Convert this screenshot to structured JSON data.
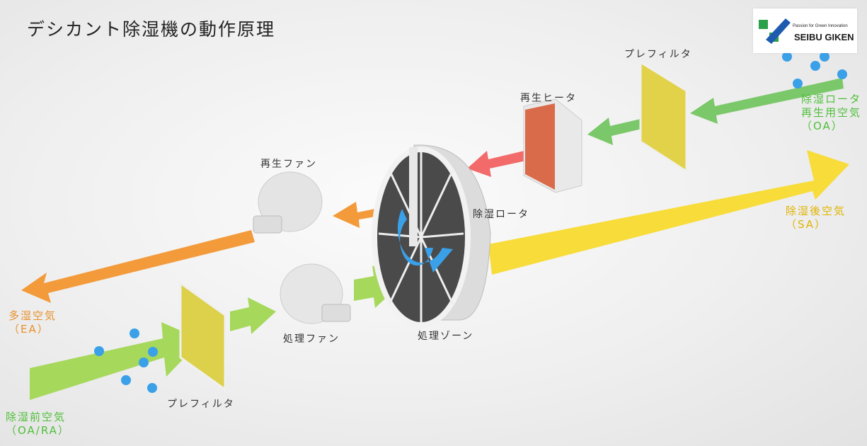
{
  "title": "デシカント除湿機の動作原理",
  "logo": {
    "tagline": "Passion for Green Innovation",
    "name": "SEIBU GIKEN"
  },
  "labels": {
    "prefilter_top": "プレフィルタ",
    "regen_heater": "再生ヒータ",
    "regen_air": [
      "除湿ロータ",
      "再生用空気",
      "（OA）"
    ],
    "regen_fan": "再生ファン",
    "rotor": "除湿ロータ",
    "supply_air": [
      "除湿後空気",
      "（SA）"
    ],
    "exhaust_air": [
      "多湿空気",
      "（EA）"
    ],
    "process_fan": "処理ファン",
    "process_zone": "処理ゾーン",
    "prefilter_bottom": "プレフィルタ",
    "inlet_air": [
      "除湿前空気",
      "（OA/RA）"
    ]
  },
  "colors": {
    "green": "#8ed05a",
    "yellow": "#f7dc3a",
    "orange": "#f39a3a",
    "red": "#f26a6a",
    "blue": "#3aa0e8",
    "rotor": "#4a4a4a"
  }
}
